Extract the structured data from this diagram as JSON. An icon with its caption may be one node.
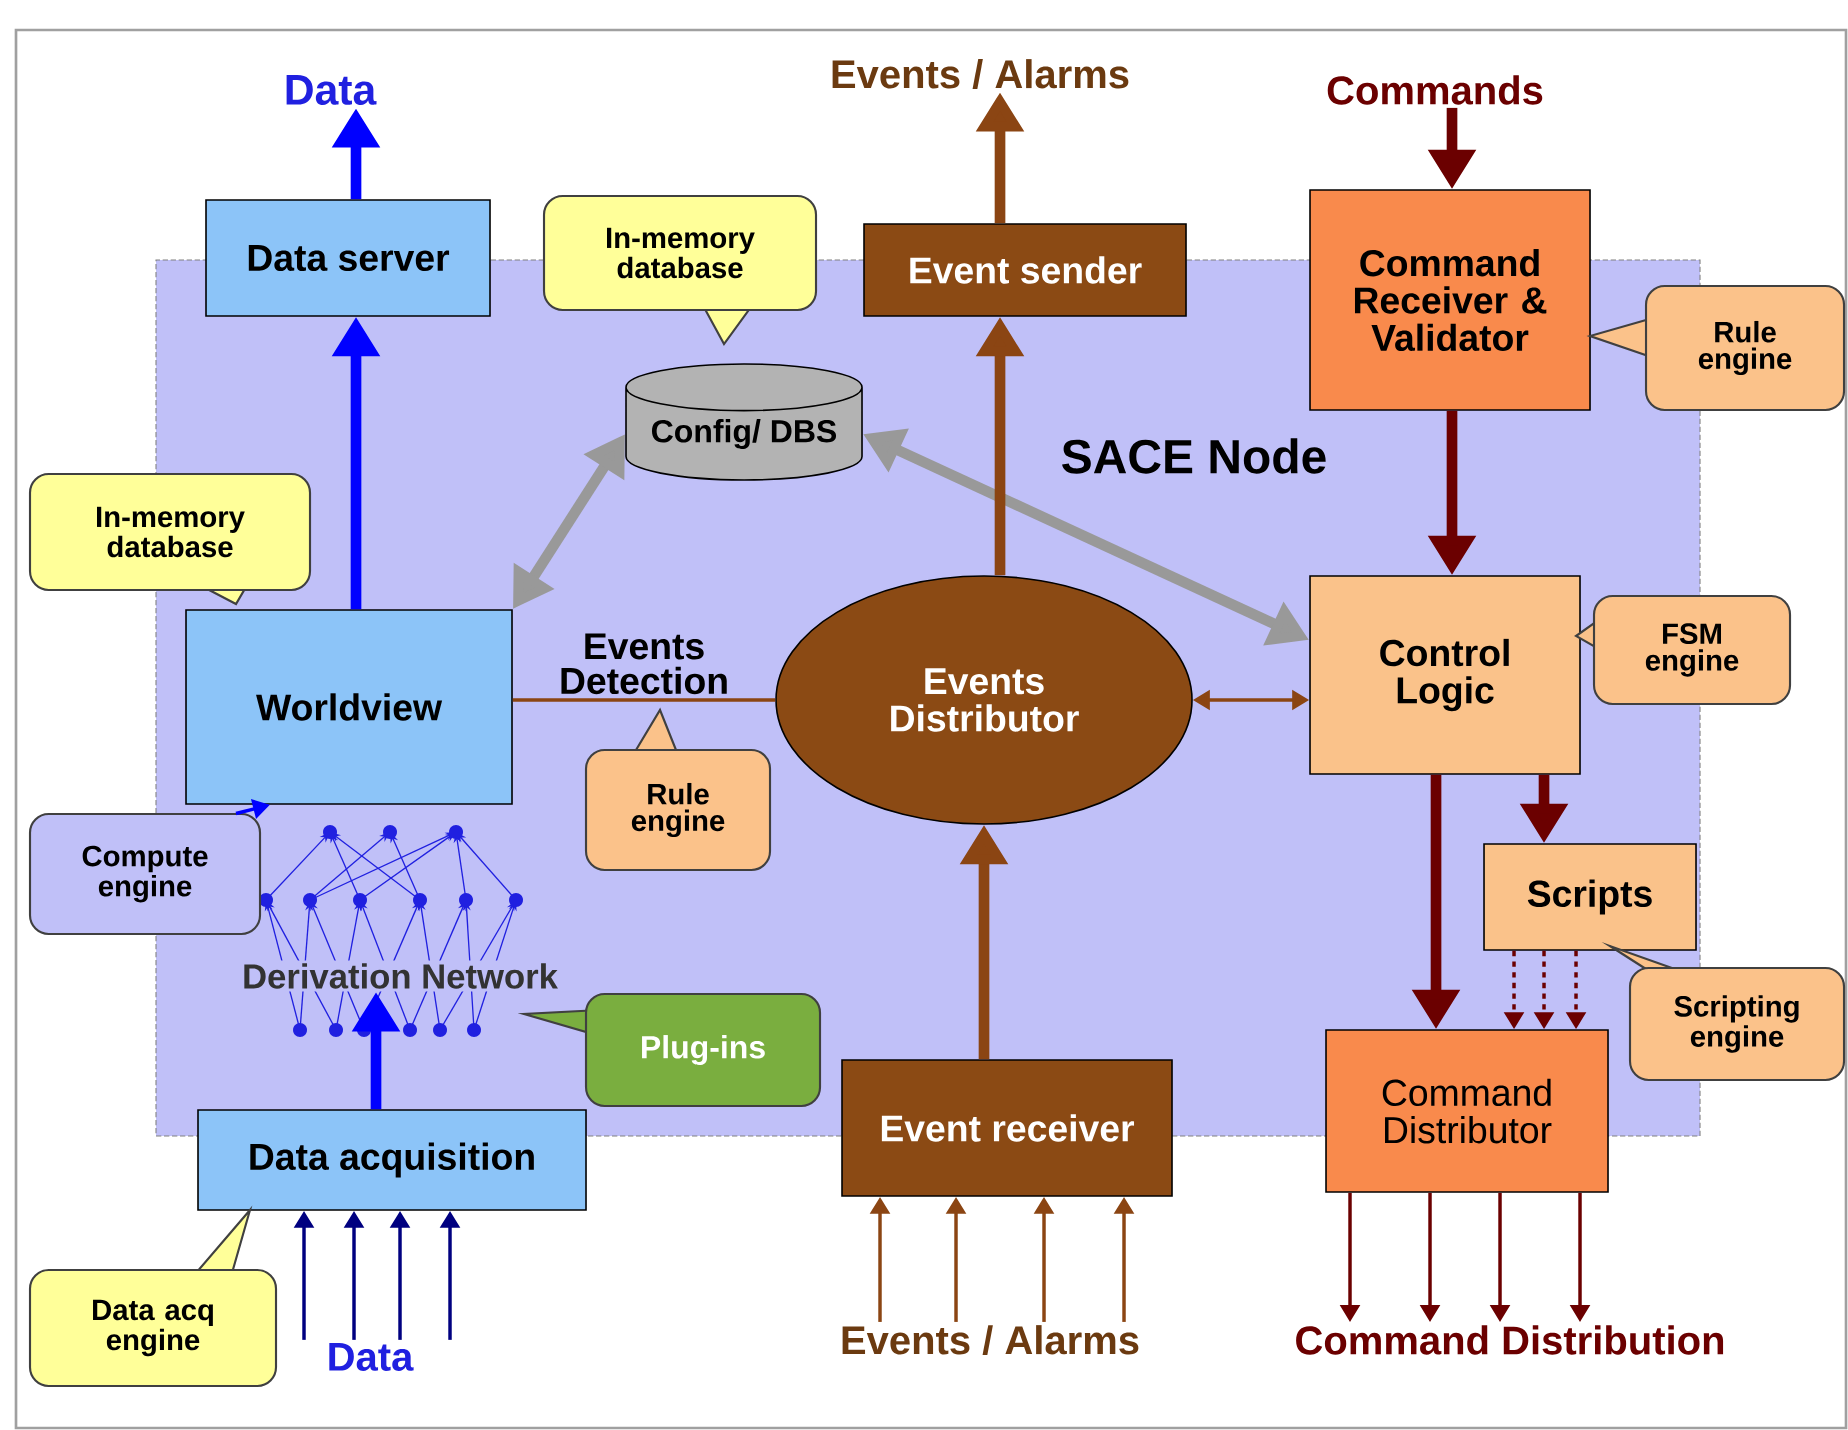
{
  "diagram": {
    "nodes": [
      {
        "text": [
          "SACE Node"
        ]
      },
      {
        "text": [
          "Data"
        ]
      },
      {
        "text": [
          "Events / Alarms"
        ]
      },
      {
        "text": [
          "Commands"
        ]
      },
      {
        "text": [
          "Data server"
        ]
      },
      {
        "text": [
          "In-memory database"
        ]
      },
      {
        "text": [
          "Event sender"
        ]
      },
      {
        "text": [
          "Command Receiver & Validator"
        ]
      },
      {
        "text": [
          "Rule engine"
        ]
      },
      {
        "text": [
          "Config/ DBS"
        ],
        "in": 0
      },
      {
        "text": [
          "In-memory database"
        ]
      },
      {
        "text": [
          "Worldview"
        ],
        "in": 0
      },
      {
        "text": [
          "Events Distributor"
        ],
        "in": 0
      },
      {
        "text": [
          "Control Logic"
        ],
        "in": 0
      },
      {
        "text": [
          "FSM engine"
        ]
      },
      {
        "text": [
          "Rule engine"
        ],
        "in": 0
      },
      {
        "text": [
          "Compute engine"
        ]
      },
      {
        "text": [
          "Scripts"
        ],
        "in": 0
      },
      {
        "text": [
          "Derivation Network"
        ],
        "in": 0
      },
      {
        "text": [
          "Plug-ins"
        ],
        "in": 0
      },
      {
        "text": [
          "Scripting engine"
        ]
      },
      {
        "text": [
          "Event receiver"
        ]
      },
      {
        "text": [
          "Command Distributor"
        ]
      },
      {
        "text": [
          "Data acquisition"
        ]
      },
      {
        "text": [
          "Data acq engine"
        ]
      },
      {
        "text": [
          "Data"
        ]
      },
      {
        "text": [
          "Events / Alarms"
        ]
      },
      {
        "text": [
          "Command Distribution"
        ]
      }
    ],
    "edges": [
      {
        "from": 4,
        "to": 1,
        "arrow": "to",
        "style": "thick",
        "color": "#0000ff"
      },
      {
        "from": 11,
        "to": 4,
        "arrow": "to",
        "style": "thick",
        "color": "#0000ff"
      },
      {
        "from": 11,
        "to": 9,
        "arrow": "both",
        "style": "thick",
        "color": "#999999"
      },
      {
        "from": 9,
        "to": 13,
        "arrow": "both",
        "style": "thick",
        "color": "#999999"
      },
      {
        "from": 11,
        "to": 12,
        "arrow": "none",
        "label": "Events Detection",
        "color": "#8b4513"
      },
      {
        "from": 12,
        "to": 6,
        "arrow": "to",
        "style": "thick",
        "color": "#8b4513"
      },
      {
        "from": 6,
        "to": 2,
        "arrow": "to",
        "style": "thick",
        "color": "#8b4513"
      },
      {
        "from": 21,
        "to": 12,
        "arrow": "to",
        "style": "thick",
        "color": "#8b4513"
      },
      {
        "from": 26,
        "to": 21,
        "arrow": "to",
        "color": "#8b4513"
      },
      {
        "from": 26,
        "to": 21,
        "arrow": "to",
        "color": "#8b4513"
      },
      {
        "from": 26,
        "to": 21,
        "arrow": "to",
        "color": "#8b4513"
      },
      {
        "from": 26,
        "to": 21,
        "arrow": "to",
        "color": "#8b4513"
      },
      {
        "from": 12,
        "to": 13,
        "arrow": "both",
        "color": "#8b4513"
      },
      {
        "from": 3,
        "to": 7,
        "arrow": "to",
        "style": "thick"
      },
      {
        "from": 7,
        "to": 13,
        "arrow": "to",
        "style": "thick"
      },
      {
        "from": 13,
        "to": 17,
        "arrow": "to",
        "style": "thick"
      },
      {
        "from": 13,
        "to": 22,
        "arrow": "to",
        "style": "thick"
      },
      {
        "from": 17,
        "to": 22,
        "arrow": "to",
        "style": "dashed"
      },
      {
        "from": 17,
        "to": 22,
        "arrow": "to",
        "style": "dashed"
      },
      {
        "from": 17,
        "to": 22,
        "arrow": "to",
        "style": "dashed"
      },
      {
        "from": 22,
        "to": 27,
        "arrow": "to"
      },
      {
        "from": 22,
        "to": 27,
        "arrow": "to"
      },
      {
        "from": 22,
        "to": 27,
        "arrow": "to"
      },
      {
        "from": 22,
        "to": 27,
        "arrow": "to"
      },
      {
        "from": 25,
        "to": 23,
        "arrow": "to",
        "color": "#000080"
      },
      {
        "from": 25,
        "to": 23,
        "arrow": "to",
        "color": "#000080"
      },
      {
        "from": 25,
        "to": 23,
        "arrow": "to",
        "color": "#000080"
      },
      {
        "from": 25,
        "to": 23,
        "arrow": "to",
        "color": "#000080"
      },
      {
        "from": 23,
        "to": 18,
        "arrow": "to",
        "style": "thick",
        "color": "#0000ff"
      },
      {
        "from": 16,
        "to": 11,
        "arrow": "to",
        "color": "#0000ff"
      }
    ]
  }
}
